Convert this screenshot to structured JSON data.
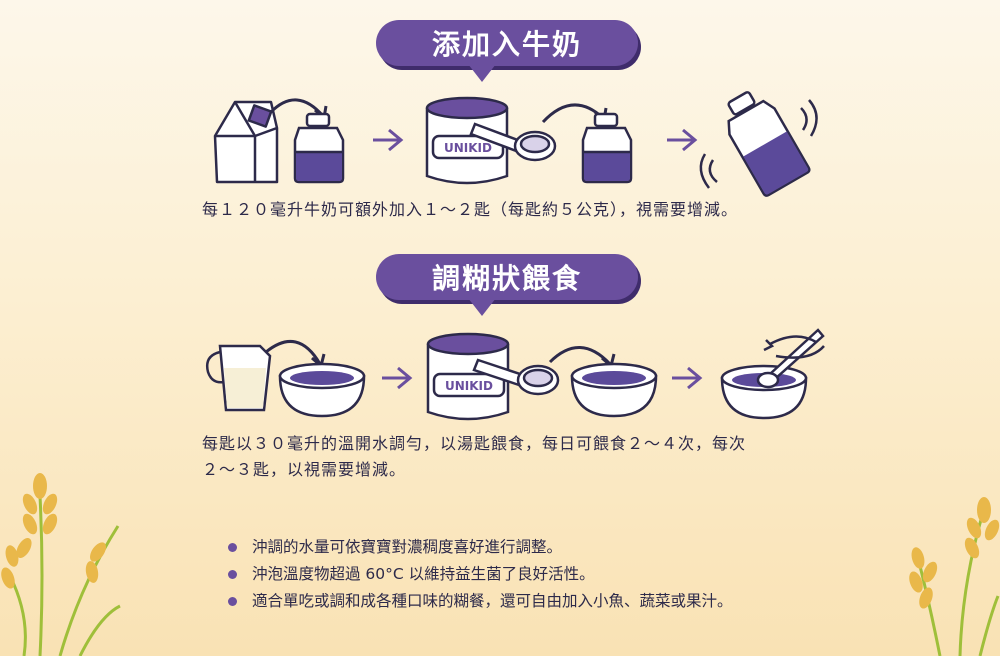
{
  "section1": {
    "title": "添加入牛奶",
    "desc": "每１２０毫升牛奶可額外加入１～２匙（每匙約５公克），視需要增減。",
    "brand": "UNIKID"
  },
  "section2": {
    "title": "調糊狀餵食",
    "desc_line1": "每匙以３０毫升的溫開水調勻，以湯匙餵食，每日可餵食２～４次，每次",
    "desc_line2": "２～３匙，以視需要增減。",
    "brand": "UNIKID"
  },
  "notes": [
    "沖調的水量可依寶寶對濃稠度喜好進行調整。",
    "沖泡溫度物超過 60°C 以維持益生菌了良好活性。",
    "適合單吃或調和成各種口味的糊餐，還可自由加入小魚、蔬菜或果汁。"
  ],
  "colors": {
    "accent": "#6a4f9e",
    "accent_dark": "#3f2c6b",
    "liquid": "#5b4a9a",
    "background": "#fcefd2"
  }
}
